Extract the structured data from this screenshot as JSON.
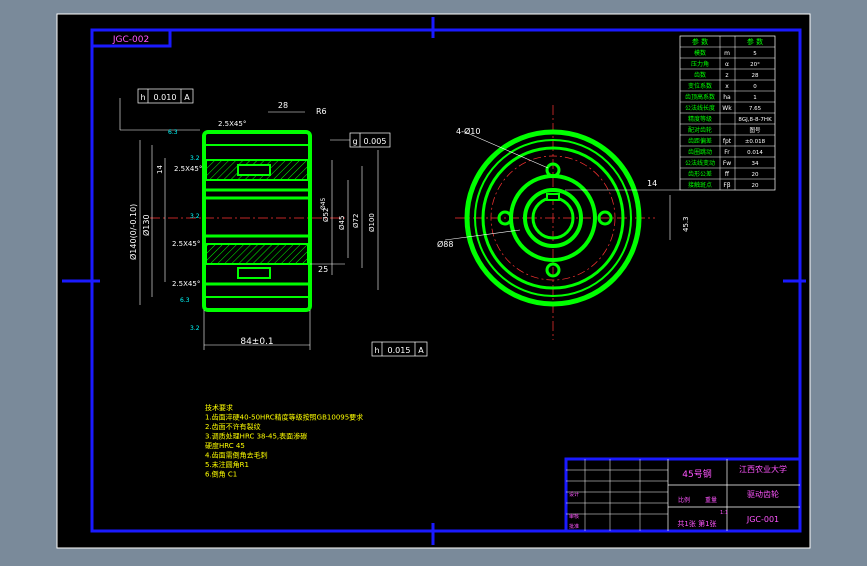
{
  "drawing": {
    "code_box": "JGC-002",
    "tolerances": {
      "runout_top": {
        "symbol": "h",
        "value": "0.010",
        "datum": "A"
      },
      "parallel_right": {
        "symbol": "g",
        "value": "0.005"
      },
      "runout_bottom": {
        "symbol": "h",
        "value": "0.015",
        "datum": "A"
      }
    },
    "dims": {
      "width_top": "28",
      "radius": "R6",
      "chamfer_a": "2.5X45°",
      "chamfer_b": "2.5X45°",
      "chamfer_c": "2.5X45°",
      "chamfer_d": "2.5X45°",
      "dim_14": "14",
      "dim_25": "25",
      "length": "84±0.1",
      "dia_outer": "Ø140(0/-0.10)",
      "dia_130": "Ø130",
      "dia_52": "Ø52",
      "dia_45": "Ø45",
      "dia_45b": "Ø45",
      "dia_72": "Ø72",
      "dia_100": "Ø100",
      "holes": "4-Ø10",
      "pcd": "Ø88",
      "key_14": "14",
      "key_45_3": "45.3",
      "rough_1": "6.3",
      "rough_2": "3.2",
      "rough_3": "3.2",
      "rough_4": "6.3",
      "rough_5": "3.2"
    },
    "params_table": {
      "header": [
        "参  数",
        "参  数"
      ],
      "rows": [
        {
          "name": "模数",
          "sym": "m",
          "val": "5"
        },
        {
          "name": "压力角",
          "sym": "α",
          "val": "20°"
        },
        {
          "name": "齿数",
          "sym": "z",
          "val": "28"
        },
        {
          "name": "变位系数",
          "sym": "x",
          "val": "0"
        },
        {
          "name": "齿顶高系数",
          "sym": "ha",
          "val": "1"
        },
        {
          "name": "公法线长度",
          "sym": "Wk",
          "val": "7.65"
        },
        {
          "name": "精度等级",
          "sym": "",
          "val": "8GJ,8-8-7HK"
        },
        {
          "name": "配对齿轮",
          "sym": "",
          "val": "图号"
        },
        {
          "name": "齿距偏差",
          "sym": "fpt",
          "val": "±0.018"
        },
        {
          "name": "齿圈跳动",
          "sym": "Fr",
          "val": "0.014"
        },
        {
          "name": "公法线变动",
          "sym": "Fw",
          "val": "34"
        },
        {
          "name": "齿形公差",
          "sym": "ff",
          "val": "20"
        },
        {
          "name": "接触斑点",
          "sym": "Fβ",
          "val": "20"
        }
      ]
    },
    "tech_notes": [
      "技术要求",
      "1.齿面淬硬40-50HRC精度等级按照GB10095要求",
      "2.齿面不许有裂纹",
      "3.调质处理HRC 38-45,表面渗碳",
      "  硬度HRC 45",
      "4.齿面需倒角去毛刺",
      "5.未注圆角R1",
      "6.倒角 C1"
    ],
    "title_block": {
      "material": "45号钢",
      "school": "江西农业大学",
      "part_name": "驱动齿轮",
      "drawing_no": "JGC-001",
      "scale_label": "比例",
      "scale": "1:1",
      "weight_label": "重量",
      "sheet": "共1张 第1张",
      "designer": "设计",
      "checker": "审核",
      "approver": "批准"
    }
  }
}
